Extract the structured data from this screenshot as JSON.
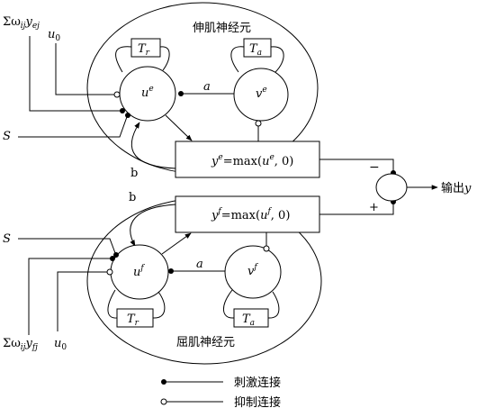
{
  "top_neuron": {
    "title": "伸肌神经元",
    "u_label": "u",
    "u_sup": "e",
    "v_label": "v",
    "v_sup": "e",
    "tr": "T",
    "tr_sub": "r",
    "ta": "T",
    "ta_sub": "a",
    "a_label": "a"
  },
  "bottom_neuron": {
    "title": "屈肌神经元",
    "u_label": "u",
    "u_sup": "f",
    "v_label": "v",
    "v_sup": "f",
    "tr": "T",
    "tr_sub": "r",
    "ta": "T",
    "ta_sub": "a",
    "a_label": "a"
  },
  "inputs": {
    "sigma_top": "Σω",
    "sigma_top_sub1": "ij",
    "sigma_top_y": "y",
    "sigma_top_sub2": "ej",
    "sigma_bottom": "Σω",
    "sigma_bottom_sub1": "ij",
    "sigma_bottom_y": "y",
    "sigma_bottom_sub2": "fj",
    "u0": "u",
    "u0_sub": "0",
    "s_label": "S",
    "b_label": "b"
  },
  "outputs": {
    "ye_y": "y",
    "ye_sup": "e",
    "ye_eq": "=max(",
    "ye_u": "u",
    "ye_usup": "e",
    "ye_tail": ", 0)",
    "yf_y": "y",
    "yf_sup": "f",
    "yf_eq": "=max(",
    "yf_u": "u",
    "yf_usup": "f",
    "yf_tail": ", 0)",
    "minus": "−",
    "plus": "+",
    "output_text": "输出",
    "output_y": "y"
  },
  "legend": {
    "excite": "刺激连接",
    "inhibit": "抑制连接"
  }
}
